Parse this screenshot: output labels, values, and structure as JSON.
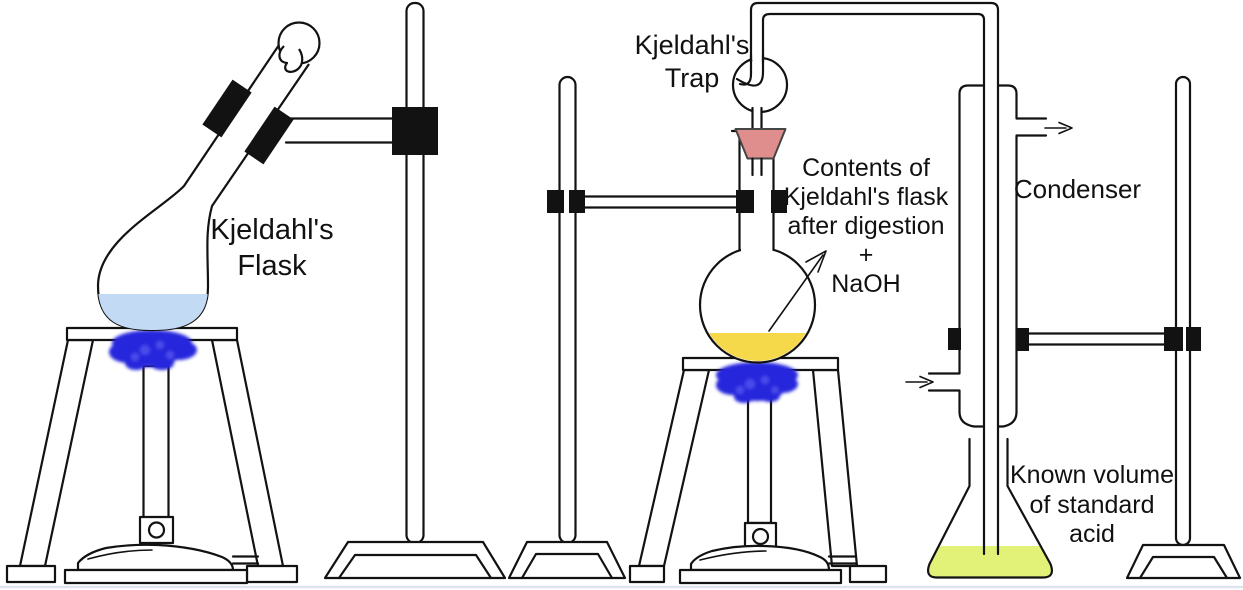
{
  "diagram": {
    "labels": {
      "kjeldahl_flask": "Kjeldahl's\nFlask",
      "kjeldahl_trap": "Kjeldahl's\nTrap",
      "flask_contents": "Contents of\nKjeldahl's flask\nafter digestion\n+\nNaOH",
      "condenser": "Condenser",
      "standard_acid": "Known volume\nof standard\nacid"
    },
    "colors": {
      "sample_liquid": "#c3daf5",
      "digest_liquid": "#f6d94b",
      "acid_liquid": "#e2f177",
      "stopper": "#df8d8d",
      "flame": "#2525dd",
      "flame_light": "#5a5af0"
    }
  }
}
